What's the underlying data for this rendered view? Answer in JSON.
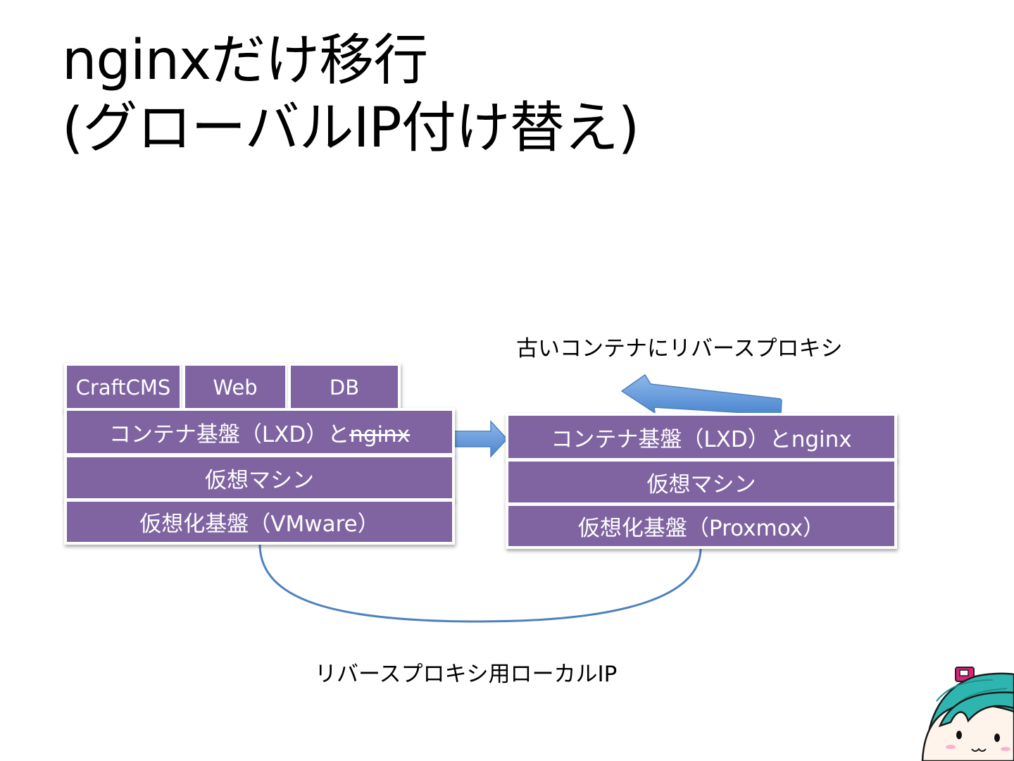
{
  "slide": {
    "title_line1": "nginxだけ移行",
    "title_line2": "(グローバルIP付け替え)"
  },
  "left_stack": {
    "apps": [
      "CraftCMS",
      "Web",
      "DB"
    ],
    "container_prefix": "コンテナ基盤（LXD）と",
    "container_struck": "nginx",
    "vm": "仮想マシン",
    "hypervisor": "仮想化基盤（VMware）"
  },
  "right_stack": {
    "container": "コンテナ基盤（LXD）とnginx",
    "vm": "仮想マシン",
    "hypervisor": "仮想化基盤（Proxmox）"
  },
  "labels": {
    "reverse_proxy_to_old": "古いコンテナにリバースプロキシ",
    "local_ip": "リバースプロキシ用ローカルIP"
  },
  "colors": {
    "box_fill": "#8064a2",
    "arrow_fill": "#5b9bd5",
    "connector": "#4f81bd"
  }
}
